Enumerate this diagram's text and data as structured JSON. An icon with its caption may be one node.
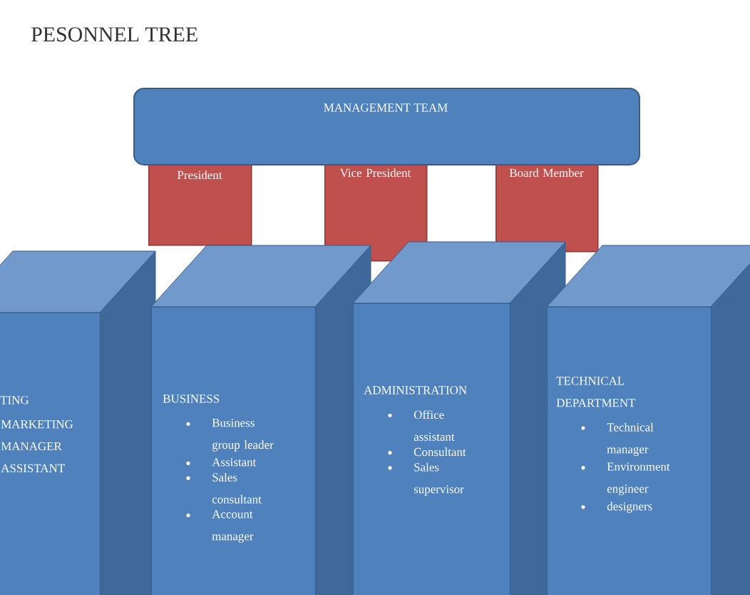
{
  "diagram": {
    "title": "PESONNEL TREE",
    "nodes": [
      {
        "text": [
          "MANAGEMENT TEAM"
        ]
      },
      {
        "text": [
          "President"
        ]
      },
      {
        "text": [
          "Vice President"
        ]
      },
      {
        "text": [
          "Board Member"
        ]
      },
      {
        "text": [
          "TING",
          "MARKETING MANAGER ASSISTANT"
        ]
      },
      {
        "text": [
          "BUSINESS",
          "Business group leader",
          "Assistant",
          "Sales consultant",
          "Account manager"
        ]
      },
      {
        "text": [
          "ADMINISTRATION",
          "Office assistant",
          "Consultant",
          "Sales supervisor"
        ]
      },
      {
        "text": [
          "TECHNICAL DEPARTMENT",
          "Technical manager",
          "Environment engineer",
          "designers"
        ]
      }
    ],
    "edges": []
  }
}
